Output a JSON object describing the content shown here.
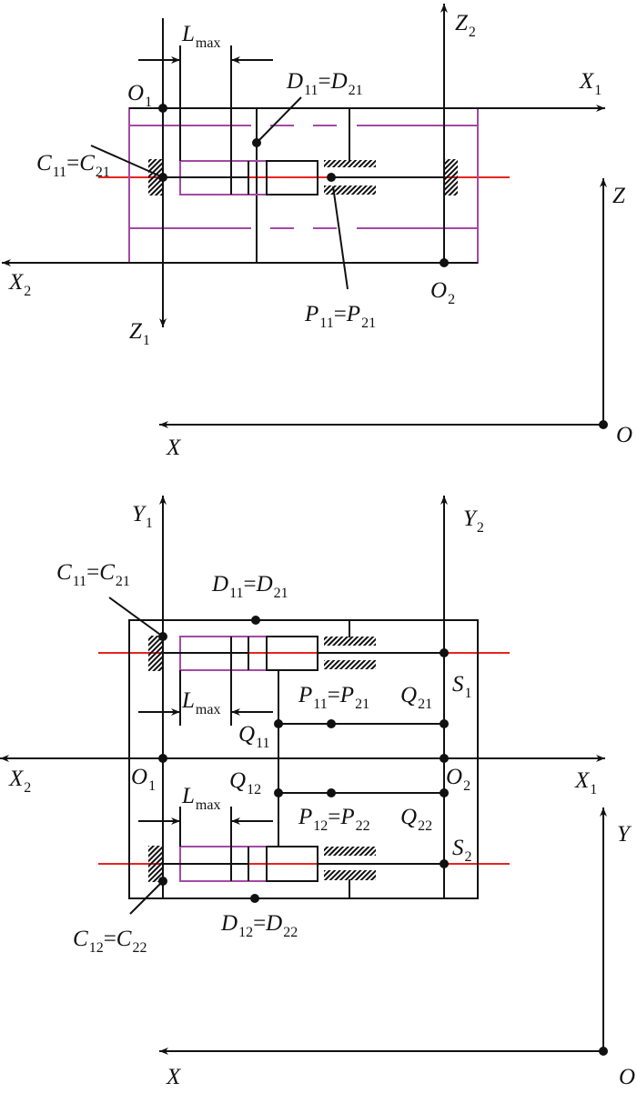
{
  "colors": {
    "line": "#111111",
    "axis_red": "#e8231f",
    "frame_purple": "#a349a4"
  },
  "top_view": {
    "labels": {
      "O1": [
        "O",
        "1"
      ],
      "Lmax": [
        "L",
        "max"
      ],
      "D11eqD21": [
        "D",
        "11",
        "=",
        "D",
        "21"
      ],
      "Z2": [
        "Z",
        "2"
      ],
      "X1": [
        "X",
        "1"
      ],
      "C11eqC21": [
        "C",
        "11",
        "=",
        "C",
        "21"
      ],
      "X2": [
        "X",
        "2"
      ],
      "Z1": [
        "Z",
        "1"
      ],
      "P11eqP21": [
        "P",
        "11",
        "=",
        "P",
        "21"
      ],
      "O2": [
        "O",
        "2"
      ],
      "Z": [
        "Z"
      ],
      "O": [
        "O"
      ],
      "X": [
        "X"
      ]
    }
  },
  "bottom_view": {
    "labels": {
      "Y1": [
        "Y",
        "1"
      ],
      "Y2": [
        "Y",
        "2"
      ],
      "C11eqC21": [
        "C",
        "11",
        "=",
        "C",
        "21"
      ],
      "D11eqD21": [
        "D",
        "11",
        "=",
        "D",
        "21"
      ],
      "S1": [
        "S",
        "1"
      ],
      "Lmax1": [
        "L",
        "max"
      ],
      "P11eqP21": [
        "P",
        "11",
        "=",
        "P",
        "21"
      ],
      "Q21": [
        "Q",
        "21"
      ],
      "Q11": [
        "Q",
        "11"
      ],
      "X2": [
        "X",
        "2"
      ],
      "O1": [
        "O",
        "1"
      ],
      "O2": [
        "O",
        "2"
      ],
      "X1": [
        "X",
        "1"
      ],
      "Q12": [
        "Q",
        "12"
      ],
      "Lmax2": [
        "L",
        "max"
      ],
      "P12eqP22": [
        "P",
        "12",
        "=",
        "P",
        "22"
      ],
      "Q22": [
        "Q",
        "22"
      ],
      "S2": [
        "S",
        "2"
      ],
      "Y": [
        "Y"
      ],
      "D12eqD22": [
        "D",
        "12",
        "=",
        "D",
        "22"
      ],
      "C12eqC22": [
        "C",
        "12",
        "=",
        "C",
        "22"
      ],
      "X": [
        "X"
      ],
      "O": [
        "O"
      ]
    }
  }
}
